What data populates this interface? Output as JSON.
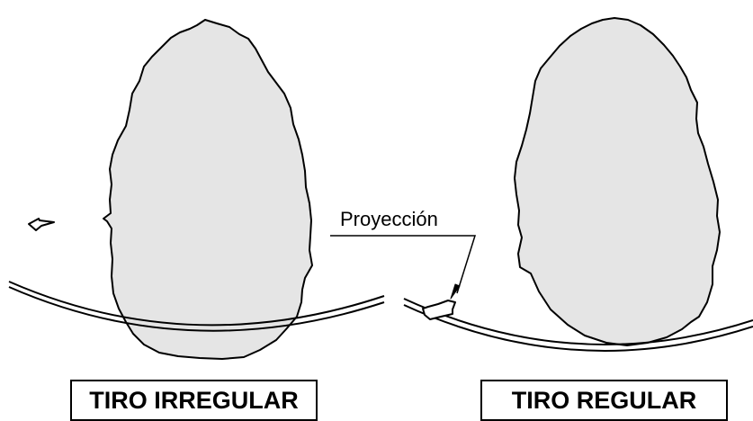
{
  "diagram": {
    "callout_label": "Proyección",
    "captions": {
      "left": "TIRO IRREGULAR",
      "right": "TIRO REGULAR"
    },
    "colors": {
      "stone_fill": "#e5e5e5",
      "stroke": "#000000",
      "background": "#ffffff"
    }
  }
}
